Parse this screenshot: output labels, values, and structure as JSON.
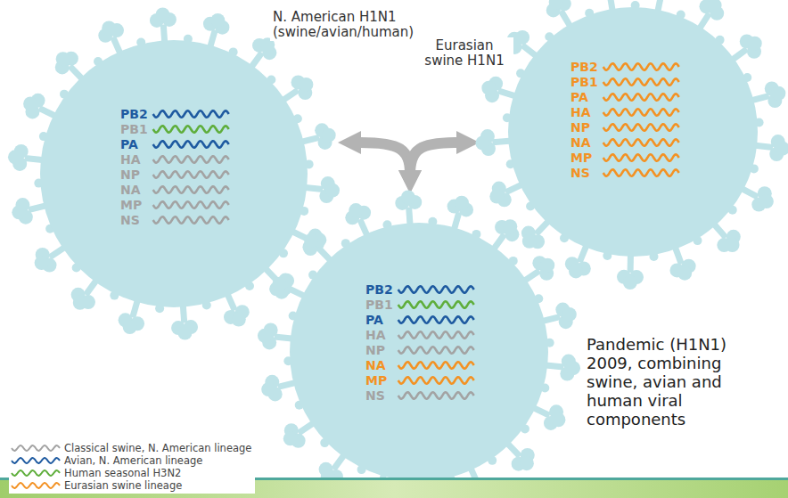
{
  "diagram": {
    "nodes": [
      {
        "text": [
          "PB2",
          "PB1",
          "PA",
          "HA",
          "NP",
          "NA",
          "MP",
          "NS",
          "N. American H1N1 (swine/avian/human)"
        ]
      },
      {
        "text": [
          "PB2",
          "PB1",
          "PA",
          "HA",
          "NP",
          "NA",
          "MP",
          "NS",
          "Eurasian swine H1N1"
        ]
      },
      {
        "text": [
          "PB2",
          "PB1",
          "PA",
          "HA",
          "NP",
          "NA",
          "MP",
          "NS",
          "Pandemic (H1N1) 2009, combining swine, avian and human viral components"
        ]
      }
    ],
    "edges": [
      {
        "from": 0,
        "to": 2,
        "arrow": "both"
      },
      {
        "from": 1,
        "to": 2,
        "arrow": "both"
      }
    ],
    "legend": [
      {
        "text": "Classical swine, N. American lineage"
      },
      {
        "text": "Avian, N. American lineage"
      },
      {
        "text": "Human seasonal H3N2"
      },
      {
        "text": "Eurasian swine lineage"
      }
    ]
  }
}
